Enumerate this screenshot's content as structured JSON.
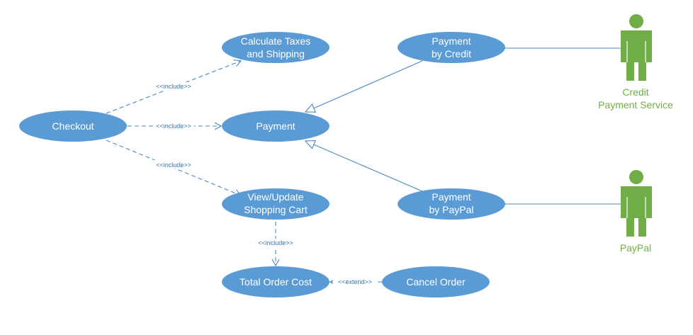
{
  "colors": {
    "use_case_fill": "#5B9BD5",
    "connector": "#4A86C5",
    "actor": "#70AD47"
  },
  "use_cases": {
    "checkout": "Checkout",
    "calculate": [
      "Calculate Taxes",
      "and Shipping"
    ],
    "payment": "Payment",
    "view_update": [
      "View/Update",
      "Shopping Cart"
    ],
    "total": "Total Order Cost",
    "cancel": "Cancel Order",
    "pay_credit": [
      "Payment",
      "by Credit"
    ],
    "pay_paypal": [
      "Payment",
      "by PayPal"
    ]
  },
  "relations": {
    "include_1": "<<include>>",
    "include_2": "<<include>>",
    "include_3": "<<include>>",
    "include_4": "<<include>>",
    "extend_1": "<<extend>>"
  },
  "actors": {
    "credit": [
      "Credit",
      "Payment Service"
    ],
    "paypal": [
      "PayPal"
    ]
  }
}
